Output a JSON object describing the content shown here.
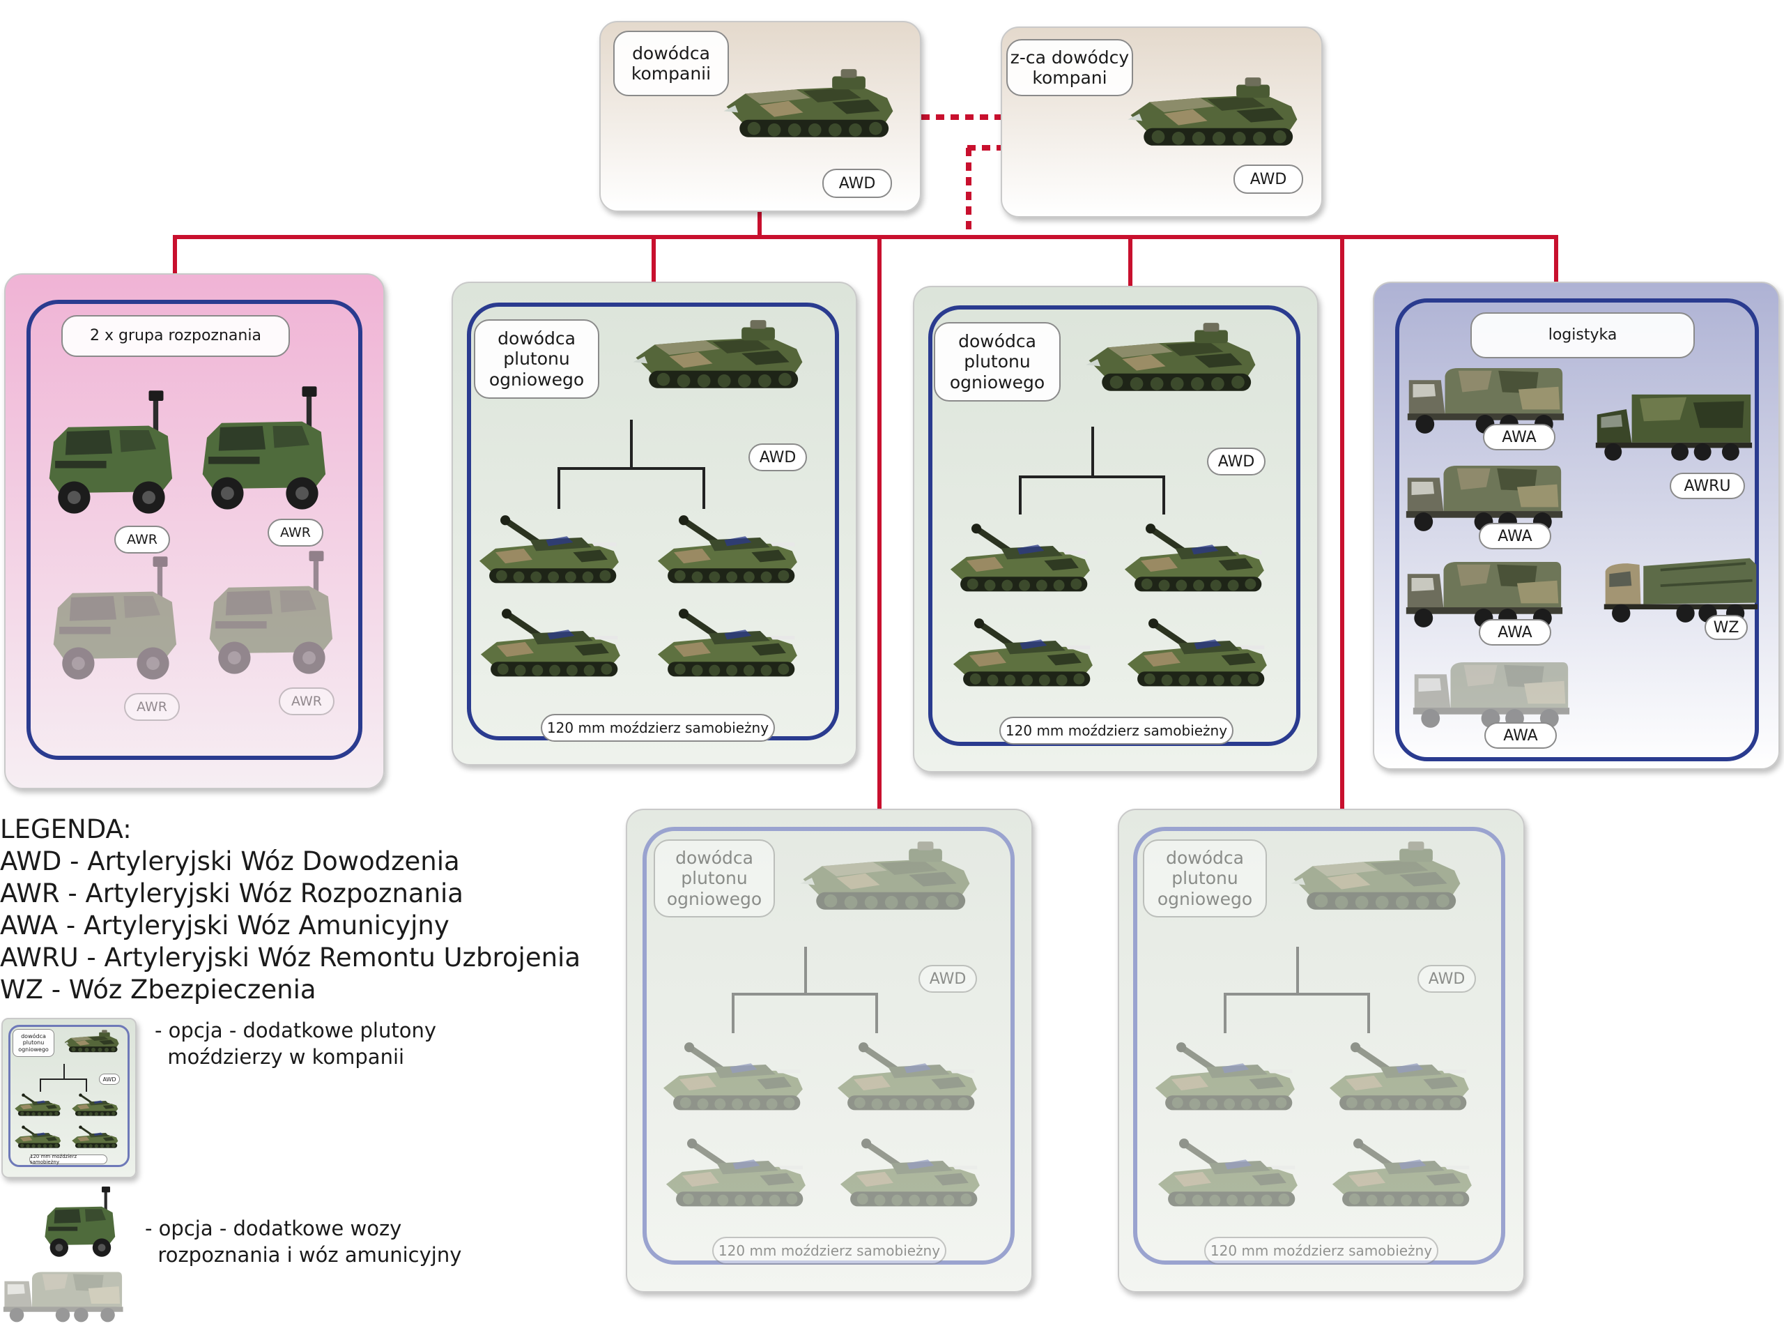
{
  "commander": {
    "title": "dowódca\nkompanii",
    "tag": "AWD"
  },
  "deputy": {
    "title": "z-ca dowódcy\nkompani",
    "tag": "AWD"
  },
  "recon": {
    "title": "2 x grupa rozpoznania",
    "vehicles": [
      "AWR",
      "AWR",
      "AWR",
      "AWR"
    ]
  },
  "platoons": [
    {
      "leader": "dowódca\nplutonu\nogniowego",
      "tag": "AWD",
      "caption": "120 mm moździerz samobieżny"
    },
    {
      "leader": "dowódca\nplutonu\nogniowego",
      "tag": "AWD",
      "caption": "120 mm moździerz samobieżny"
    },
    {
      "leader": "dowódca\nplutonu\nogniowego",
      "tag": "AWD",
      "caption": "120 mm moździerz samobieżny"
    },
    {
      "leader": "dowódca\nplutonu\nogniowego",
      "tag": "AWD",
      "caption": "120 mm moździerz samobieżny"
    }
  ],
  "logistics": {
    "title": "logistyka",
    "awa": [
      "AWA",
      "AWA",
      "AWA",
      "AWA"
    ],
    "awru": "AWRU",
    "wz": "WZ"
  },
  "legend": {
    "heading": "LEGENDA:",
    "items": [
      "AWD - Artyleryjski Wóz Dowodzenia",
      "AWR - Artyleryjski Wóz Rozpoznania",
      "AWA - Artyleryjski Wóz Amunicyjny",
      "AWRU - Artyleryjski Wóz Remontu Uzbrojenia",
      "WZ - Wóz Zbezpieczenia"
    ],
    "thumb": {
      "leader": "dowódca\nplutonu\nogniowego",
      "tag": "AWD",
      "caption": "120 mm moździerz samobieżny"
    },
    "option_platoons": "- opcja - dodatkowe plutony\n  moździerzy w kompanii",
    "option_vehicles": "- opcja - dodatkowe wozy\n  rozpoznania i wóz amunicyjny"
  },
  "colors": {
    "line": "#c8102e",
    "frame": "#2a3b8f",
    "recon_bg": "#f0b3d5",
    "platoon_bg": "#dce4da",
    "logistics_bg": "#aeb2d4",
    "hq_bg": "#e4d9cc",
    "camo_dark": "#3c4a2c",
    "camo_green": "#5e7140",
    "camo_tan": "#9a8a63"
  }
}
